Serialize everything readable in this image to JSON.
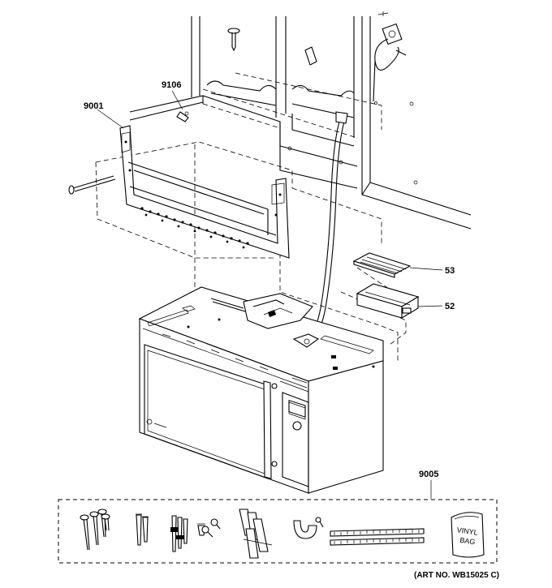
{
  "callouts": {
    "p9106": "9106",
    "p9001": "9001",
    "p53": "53",
    "p52": "52",
    "p9005": "9005"
  },
  "hardware_kit": {
    "bag_label_line1": "VINYL",
    "bag_label_line2": "BAG"
  },
  "art_number": "(ART NO. WB15025 C)"
}
